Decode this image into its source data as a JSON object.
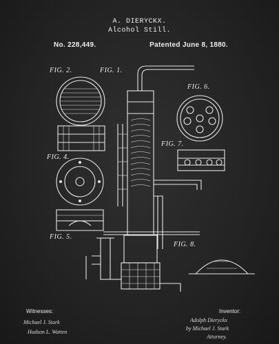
{
  "header": {
    "inventor_name": "A. DIERYCKX.",
    "title": "Alcohol Still.",
    "patent_no": "No. 228,449.",
    "patented": "Patented June 8, 1880."
  },
  "figures": {
    "fig1": "FIG. 1.",
    "fig2": "FIG. 2.",
    "fig4": "FIG. 4.",
    "fig5": "FIG. 5.",
    "fig6": "FIG. 6.",
    "fig7": "FIG. 7.",
    "fig8": "FIG. 8."
  },
  "signatures": {
    "witnesses_label": "Witnesses:",
    "inventor_label": "Inventor:",
    "witness_1": "Michael J. Stark",
    "witness_2": "Hudson L. Watten",
    "inventor_sig": "Adolph Dieryckx",
    "attorney_line": "by Michael J. Stark",
    "attorney_label": "Attorney."
  },
  "colors": {
    "paper": "#252525",
    "ink": "#e8e8e8"
  }
}
